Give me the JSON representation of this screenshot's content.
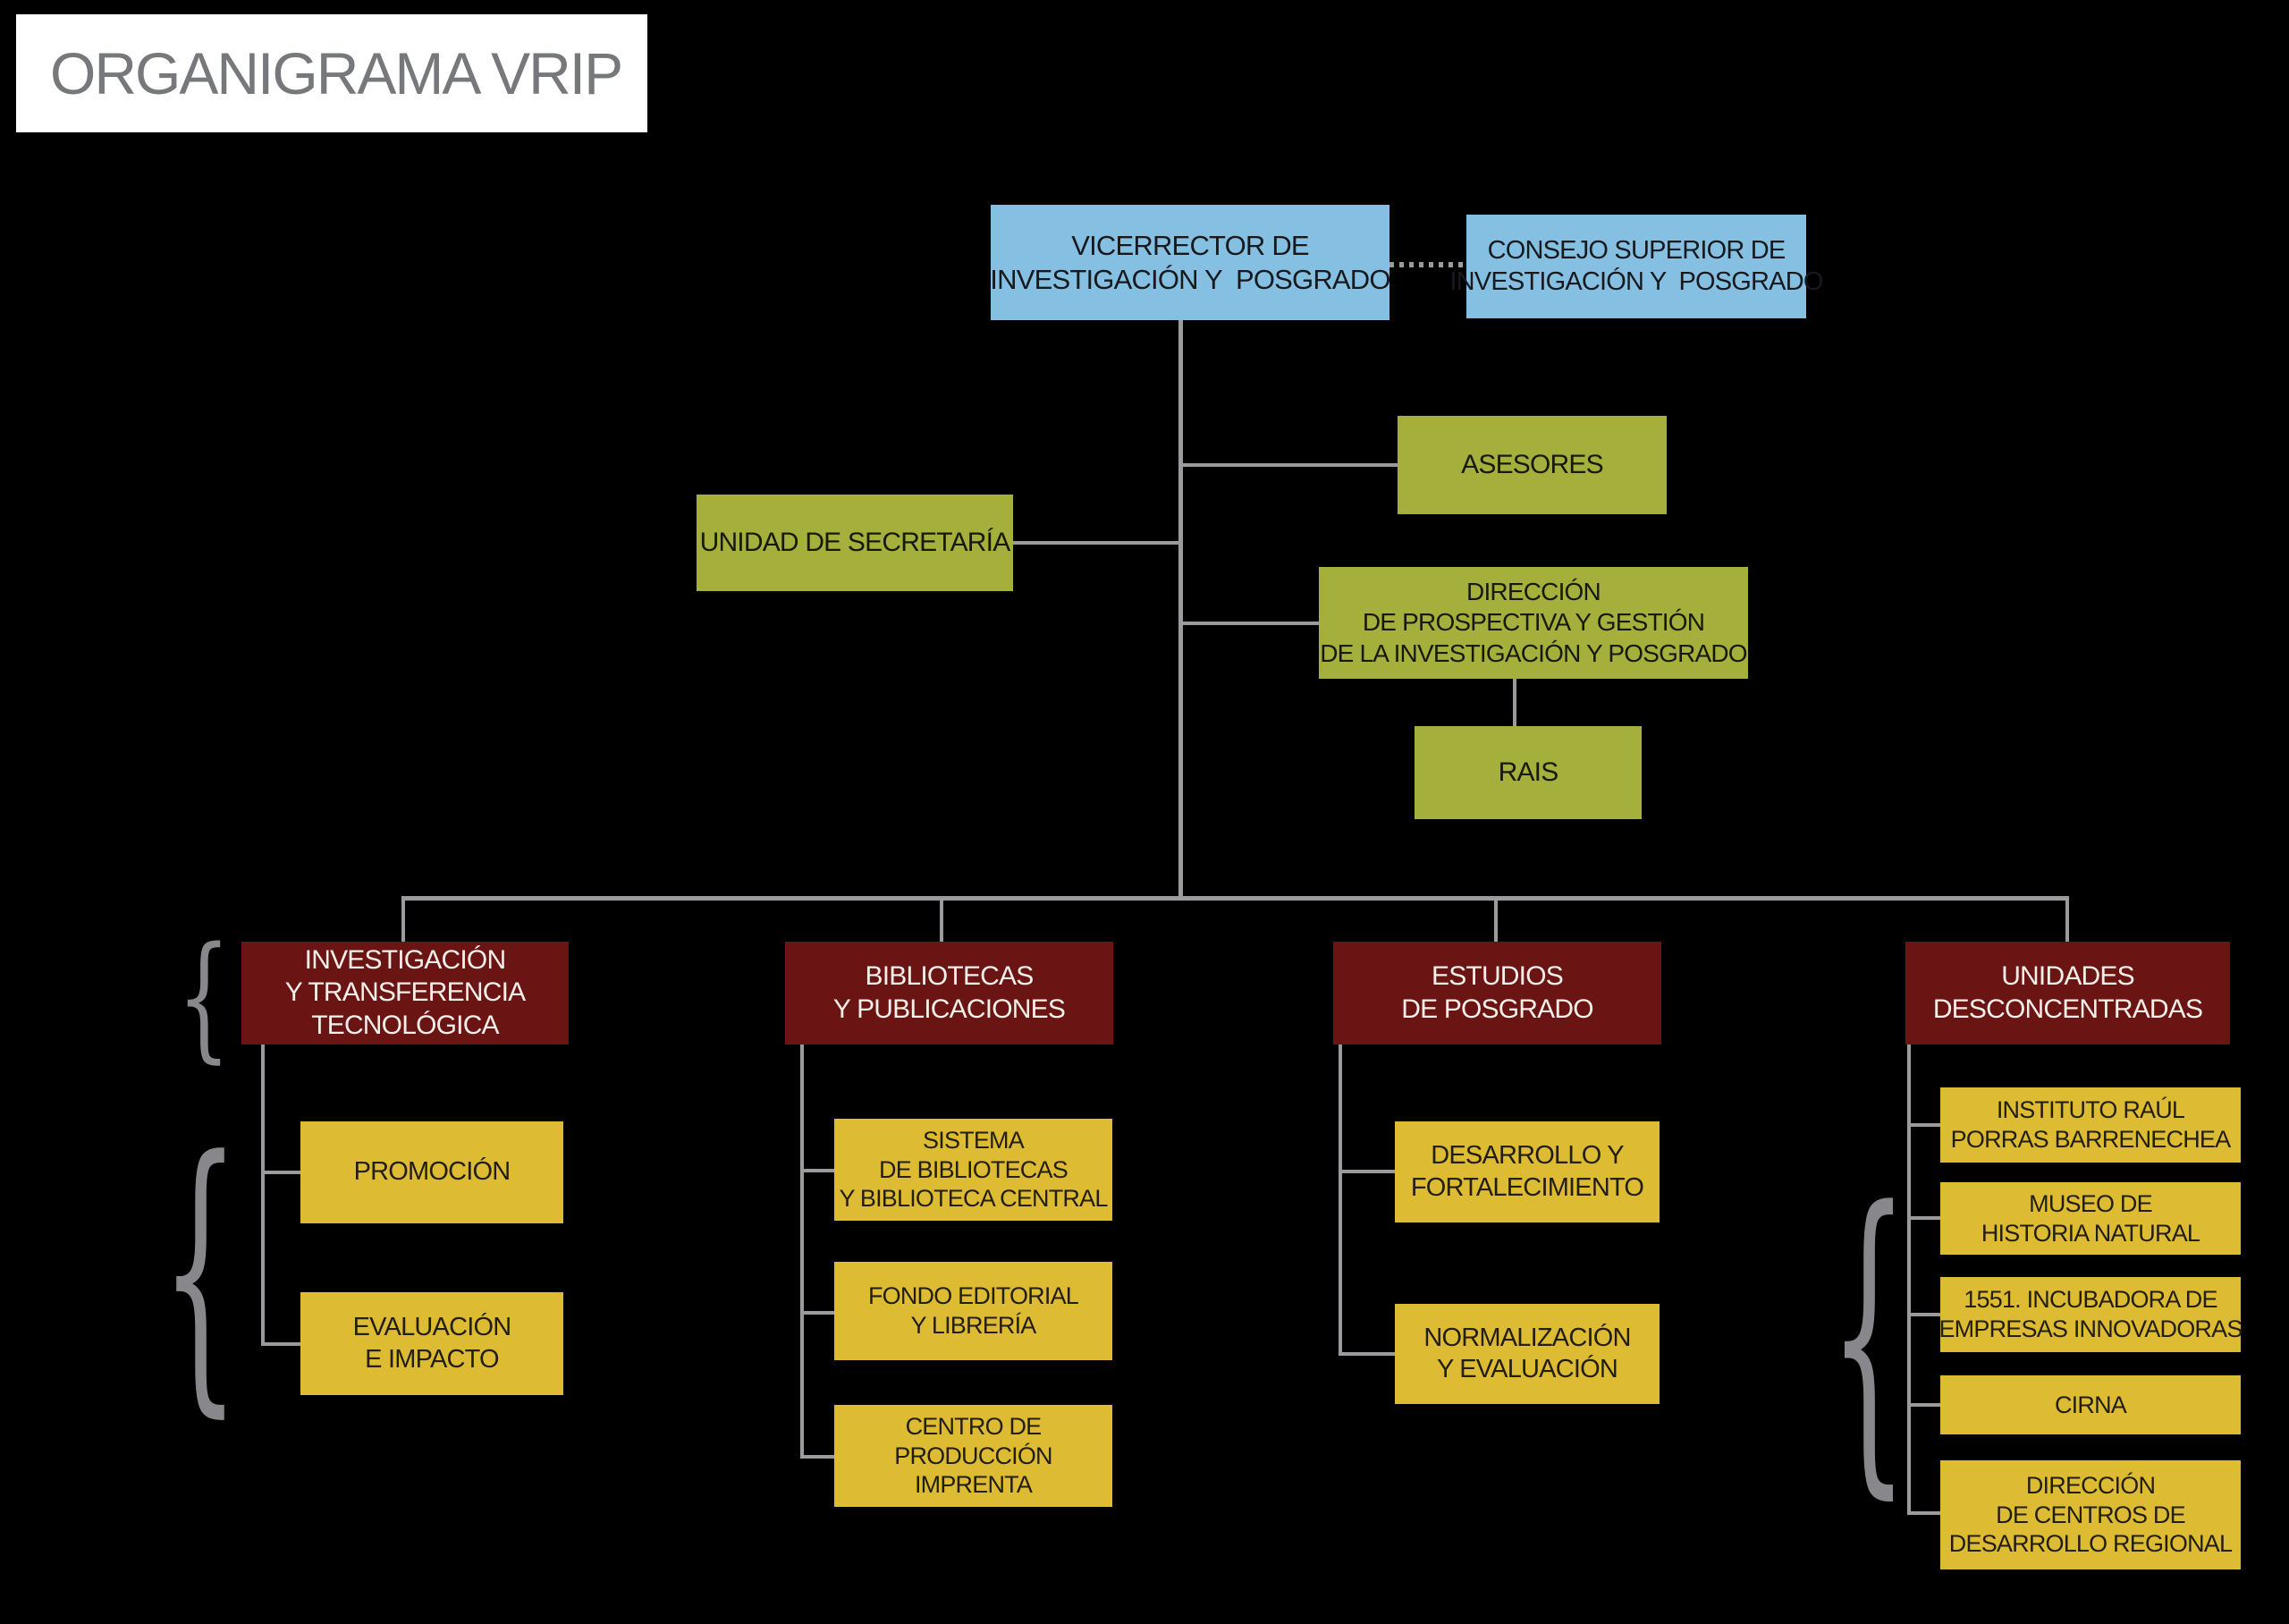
{
  "header": {
    "title": "ORGANIGRAMA VRIP"
  },
  "colors": {
    "background": "#000000",
    "title_box_bg": "#ffffff",
    "title_text": "#77787b",
    "node_blue": "#85c0e3",
    "node_olive": "#a5af3c",
    "node_maroon": "#6b1414",
    "node_yellow": "#ddbb33",
    "connector_gray": "#9b9b9e",
    "brace_gray": "#88888c"
  },
  "icons": {
    "brace": "{"
  },
  "nodes": {
    "vicerrector": {
      "label": "VICERRECTOR DE\nINVESTIGACIÓN Y  POSGRADO"
    },
    "consejo": {
      "label": "CONSEJO SUPERIOR DE\nINVESTIGACIÓN Y  POSGRADO"
    },
    "asesores": {
      "label": "ASESORES"
    },
    "unidad_secretaria": {
      "label": "UNIDAD DE SECRETARÍA"
    },
    "direccion_prospectiva": {
      "label": "DIRECCIÓN\nDE PROSPECTIVA Y GESTIÓN\nDE LA INVESTIGACIÓN Y POSGRADO"
    },
    "rais": {
      "label": "RAIS"
    },
    "investigacion_transferencia": {
      "label": "INVESTIGACIÓN\nY TRANSFERENCIA\nTECNOLÓGICA"
    },
    "bibliotecas_publicaciones": {
      "label": "BIBLIOTECAS\nY PUBLICACIONES"
    },
    "estudios_posgrado": {
      "label": "ESTUDIOS\nDE POSGRADO"
    },
    "unidades_desconcentradas": {
      "label": "UNIDADES\nDESCONCENTRADAS"
    },
    "promocion": {
      "label": "PROMOCIÓN"
    },
    "evaluacion_impacto": {
      "label": "EVALUACIÓN\nE IMPACTO"
    },
    "sistema_bibliotecas": {
      "label": "SISTEMA\nDE BIBLIOTECAS\nY BIBLIOTECA CENTRAL"
    },
    "fondo_editorial": {
      "label": "FONDO EDITORIAL\nY LIBRERÍA"
    },
    "centro_produccion": {
      "label": "CENTRO DE\nPRODUCCIÓN\nIMPRENTA"
    },
    "instituto_porras": {
      "label": "INSTITUTO RAÚL\nPORRAS BARRENECHEA"
    },
    "museo_historia": {
      "label": "MUSEO DE\nHISTORIA NATURAL"
    },
    "incubadora_1551": {
      "label": "1551. INCUBADORA DE\nEMPRESAS INNOVADORAS"
    },
    "cirna": {
      "label": "CIRNA"
    },
    "direccion_centros": {
      "label": "DIRECCIÓN\nDE CENTROS DE\nDESARROLLO REGIONAL"
    }
  }
}
